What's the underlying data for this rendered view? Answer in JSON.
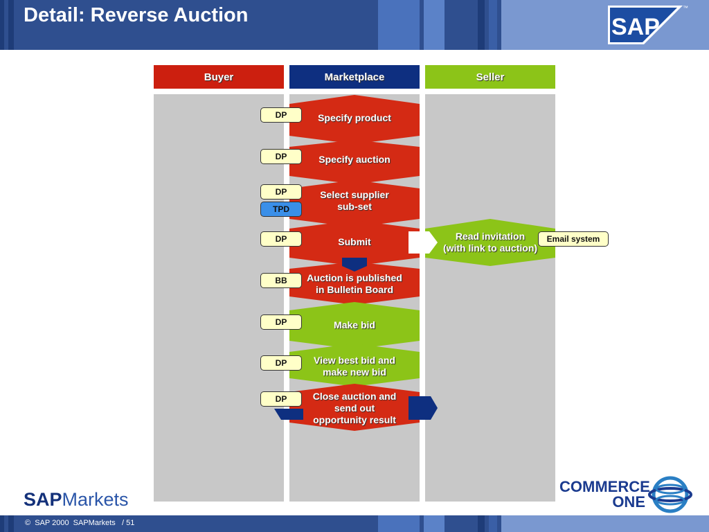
{
  "title": "Detail: Reverse Auction",
  "brand": {
    "logo": "SAP",
    "tm": "™"
  },
  "lanes": [
    {
      "label": "Buyer",
      "color": "#cc1f0f"
    },
    {
      "label": "Marketplace",
      "color": "#0e2f80"
    },
    {
      "label": "Seller",
      "color": "#8cc418"
    }
  ],
  "steps": [
    {
      "label": "Specify product",
      "tags": [
        "DP"
      ],
      "color": "red"
    },
    {
      "label": "Specify auction",
      "tags": [
        "DP"
      ],
      "color": "red"
    },
    {
      "label": "Select supplier\nsub-set",
      "tags": [
        "DP",
        "TPD"
      ],
      "color": "red"
    },
    {
      "label": "Submit",
      "tags": [
        "DP"
      ],
      "color": "red"
    },
    {
      "label": "Auction is published\nin Bulletin Board",
      "tags": [
        "BB"
      ],
      "color": "red"
    },
    {
      "label": "Make bid",
      "tags": [
        "DP"
      ],
      "color": "green"
    },
    {
      "label": "View best bid and\nmake new bid",
      "tags": [
        "DP"
      ],
      "color": "green"
    },
    {
      "label": "Close auction and\nsend out\nopportunity result",
      "tags": [
        "DP"
      ],
      "color": "red"
    }
  ],
  "seller_step": {
    "label": "Read invitation\n(with link to auction)",
    "tag": "Email system"
  },
  "colors": {
    "red": "#d42a14",
    "green": "#8cc418",
    "navy": "#0e2f80",
    "lane_bg": "#c8c8c8"
  },
  "footer": {
    "company_logo": {
      "strong": "SAP",
      "light": "Markets"
    },
    "partner_logo": {
      "line1": "COMMERCE",
      "line2": "ONE"
    },
    "copyright": "©  SAP 2000  SAPMarkets   / 51"
  }
}
